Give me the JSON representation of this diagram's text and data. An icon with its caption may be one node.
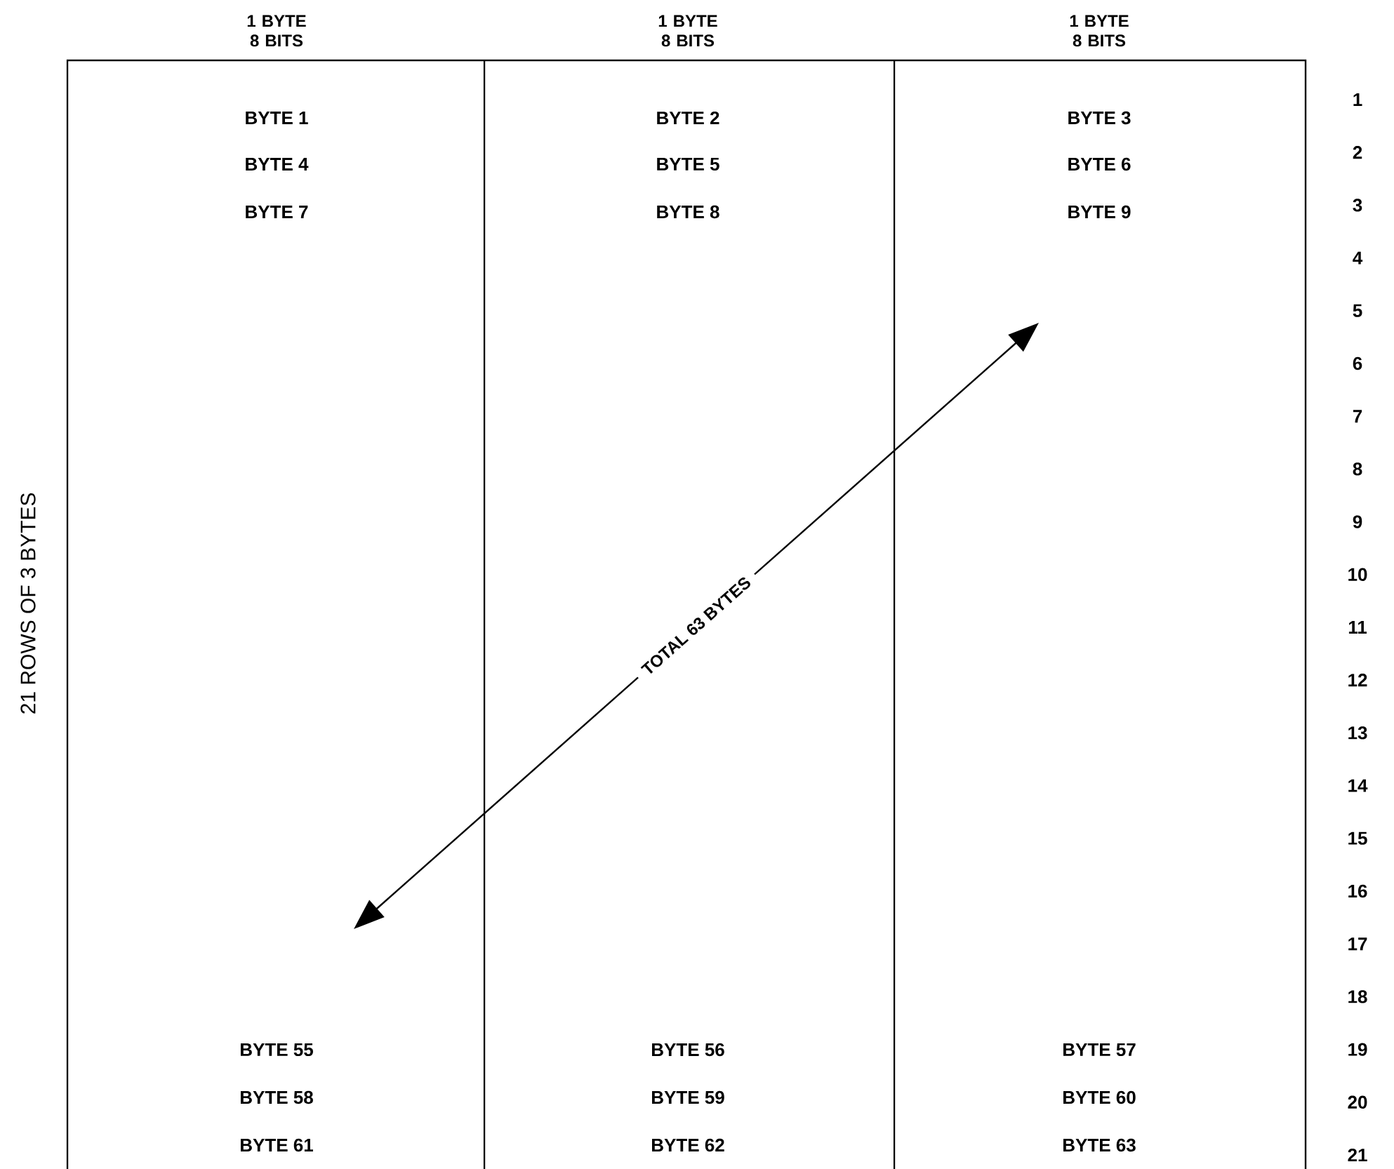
{
  "diagram": {
    "labels": [
      "1 BYTE 8 BITS",
      "1 BYTE 8 BITS",
      "1 BYTE 8 BITS",
      "21 ROWS OF 3 BYTES",
      "BYTE 1",
      "BYTE 2",
      "BYTE 3",
      "BYTE 4",
      "BYTE 5",
      "BYTE 6",
      "BYTE 7",
      "BYTE 8",
      "BYTE 9",
      "BYTE 55",
      "BYTE 56",
      "BYTE 57",
      "BYTE 58",
      "BYTE 59",
      "BYTE 60",
      "BYTE 61",
      "BYTE 62",
      "BYTE 63",
      "1",
      "2",
      "3",
      "4",
      "5",
      "6",
      "7",
      "8",
      "9",
      "10",
      "11",
      "12",
      "13",
      "14",
      "15",
      "16",
      "17",
      "18",
      "19",
      "20",
      "21",
      "TOTAL 63 BYTES"
    ]
  }
}
